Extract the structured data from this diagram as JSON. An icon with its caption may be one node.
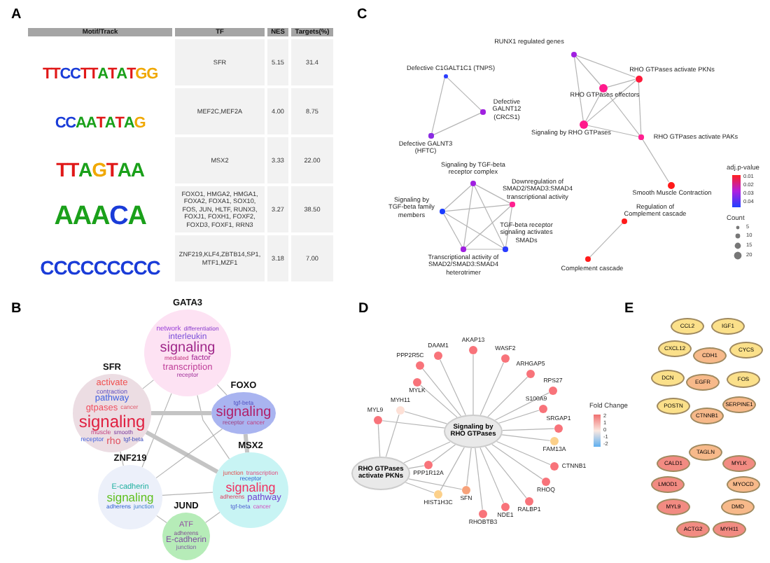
{
  "diagram": {
    "nodes": [
      {
        "text": [],
        "shape": "circle",
        "beside": [
          "RUNX1 regulated genes"
        ]
      },
      {
        "text": [],
        "shape": "circle",
        "beside": [
          "RHO GTPases activate PKNs"
        ]
      },
      {
        "text": [],
        "shape": "circle",
        "beside": [
          "Defective C1GALT1C1 (TNPS)"
        ]
      },
      {
        "text": [],
        "shape": "circle",
        "beside": [
          "RHO GTPases effectors"
        ]
      },
      {
        "text": [],
        "shape": "circle",
        "beside": [
          "Defective GALNT12 (CRCS1)"
        ]
      },
      {
        "text": [],
        "shape": "circle",
        "beside": [
          "Signaling by RHO GTPases"
        ]
      },
      {
        "text": [],
        "shape": "circle",
        "beside": [
          "RHO GTPases activate PAKs"
        ]
      },
      {
        "text": [],
        "shape": "circle",
        "beside": [
          "Defective GALNT3 (HFTC)"
        ]
      },
      {
        "text": [],
        "shape": "circle",
        "beside": [
          "Signaling by TGF-beta receptor complex"
        ]
      },
      {
        "text": [],
        "shape": "circle",
        "beside": [
          "Smooth Muscle Contraction"
        ]
      },
      {
        "text": [],
        "shape": "circle",
        "beside": [
          "Downregulation of SMAD2/SMAD3:SMAD4 transcriptional activity"
        ]
      },
      {
        "text": [],
        "shape": "circle",
        "beside": [
          "Signaling by TGF-beta family members"
        ]
      },
      {
        "text": [],
        "shape": "circle",
        "beside": [
          "Regulation of Complement cascade"
        ]
      },
      {
        "text": [],
        "shape": "circle",
        "beside": [
          "TGF-beta receptor signaling activates SMADs"
        ]
      },
      {
        "text": [],
        "shape": "circle",
        "beside": [
          "Transcriptional activity of SMAD2/SMAD3:SMAD4 heterotrimer"
        ]
      },
      {
        "text": [],
        "shape": "circle",
        "beside": [
          "Complement cascade"
        ]
      },
      {
        "text": [
          "GATA3",
          "network",
          "differentiation",
          "interleukin",
          "signaling",
          "mediated",
          "factor",
          "transcription",
          "receptor"
        ]
      },
      {
        "text": [
          "SFR",
          "activate",
          "contraction",
          "pathway",
          "gtpases",
          "cancer",
          "signaling",
          "muscle",
          "smooth",
          "receptor",
          "rho",
          "tgf-beta"
        ]
      },
      {
        "text": [
          "FOXO",
          "tgf-beta",
          "signaling",
          "receptor",
          "cancer"
        ]
      },
      {
        "text": [
          "MSX2",
          "junction",
          "transcription",
          "receptor",
          "signaling",
          "adherens",
          "pathway",
          "tgf-beta",
          "cancer"
        ]
      },
      {
        "text": [
          "ZNF219",
          "E-cadherin",
          "signaling",
          "adherens",
          "junction"
        ]
      },
      {
        "text": [
          "JUND",
          "ATF",
          "adherens",
          "E-cadherin",
          "junction"
        ]
      },
      {
        "text": [],
        "shape": "circle",
        "beside": [
          "AKAP13"
        ]
      },
      {
        "text": [],
        "shape": "circle",
        "beside": [
          "DAAM1"
        ]
      },
      {
        "text": [],
        "shape": "circle",
        "beside": [
          "WASF2"
        ]
      },
      {
        "text": [],
        "shape": "circle",
        "beside": [
          "PPP2R5C"
        ]
      },
      {
        "text": [],
        "shape": "circle",
        "beside": [
          "ARHGAP5"
        ]
      },
      {
        "text": [],
        "shape": "circle",
        "beside": [
          "MYLK"
        ]
      },
      {
        "text": [],
        "shape": "circle",
        "beside": [
          "RPS27"
        ]
      },
      {
        "text": [],
        "shape": "circle",
        "beside": [
          "MYH11"
        ]
      },
      {
        "text": [],
        "shape": "circle",
        "beside": [
          "S100A9"
        ]
      },
      {
        "text": [],
        "shape": "circle",
        "beside": [
          "MYL9"
        ]
      },
      {
        "text": [],
        "shape": "circle",
        "beside": [
          "SRGAP1"
        ]
      },
      {
        "text": [
          "Signaling by RHO GTPases"
        ]
      },
      {
        "text": [],
        "shape": "circle",
        "beside": [
          "FAM13A"
        ]
      },
      {
        "text": [
          "RHO GTPases activate PKNs"
        ]
      },
      {
        "text": [],
        "shape": "circle",
        "beside": [
          "PPP1R12A"
        ]
      },
      {
        "text": [],
        "shape": "circle",
        "beside": [
          "CTNNB1"
        ]
      },
      {
        "text": [],
        "shape": "circle",
        "beside": [
          "RHOQ"
        ]
      },
      {
        "text": [],
        "shape": "circle",
        "beside": [
          "SFN"
        ]
      },
      {
        "text": [],
        "shape": "circle",
        "beside": [
          "HIST1H3C"
        ]
      },
      {
        "text": [],
        "shape": "circle",
        "beside": [
          "RALBP1"
        ]
      },
      {
        "text": [],
        "shape": "circle",
        "beside": [
          "NDE1"
        ]
      },
      {
        "text": [],
        "shape": "circle",
        "beside": [
          "RHOBTB3"
        ]
      },
      {
        "text": [
          "CCL2"
        ]
      },
      {
        "text": [
          "IGF1"
        ]
      },
      {
        "text": [
          "CXCL12"
        ]
      },
      {
        "text": [
          "CDH1"
        ]
      },
      {
        "text": [
          "CYCS"
        ]
      },
      {
        "text": [
          "DCN"
        ]
      },
      {
        "text": [
          "EGFR"
        ]
      },
      {
        "text": [
          "FOS"
        ]
      },
      {
        "text": [
          "POSTN"
        ]
      },
      {
        "text": [
          "CTNNB1"
        ]
      },
      {
        "text": [
          "SERPINE1"
        ]
      },
      {
        "text": [
          "TAGLN"
        ]
      },
      {
        "text": [
          "CALD1"
        ]
      },
      {
        "text": [
          "MYLK"
        ]
      },
      {
        "text": [
          "LMOD1"
        ]
      },
      {
        "text": [
          "MYOCD"
        ]
      },
      {
        "text": [
          "MYL9"
        ]
      },
      {
        "text": [
          "DMD"
        ]
      },
      {
        "text": [
          "ACTG2"
        ]
      },
      {
        "text": [
          "MYH11"
        ]
      }
    ],
    "edges": [
      {
        "from": 2,
        "to": 4,
        "arrow": "none"
      },
      {
        "from": 2,
        "to": 7,
        "arrow": "none"
      },
      {
        "from": 4,
        "to": 7,
        "arrow": "none"
      },
      {
        "from": 0,
        "to": 1,
        "arrow": "none"
      },
      {
        "from": 0,
        "to": 3,
        "arrow": "none"
      },
      {
        "from": 0,
        "to": 5,
        "arrow": "none"
      },
      {
        "from": 1,
        "to": 3,
        "arrow": "none"
      },
      {
        "from": 1,
        "to": 5,
        "arrow": "none"
      },
      {
        "from": 1,
        "to": 6,
        "arrow": "none"
      },
      {
        "from": 3,
        "to": 5,
        "arrow": "none"
      },
      {
        "from": 3,
        "to": 6,
        "arrow": "none"
      },
      {
        "from": 5,
        "to": 6,
        "arrow": "none"
      },
      {
        "from": 6,
        "to": 9,
        "arrow": "none"
      },
      {
        "from": 8,
        "to": 10,
        "arrow": "none"
      },
      {
        "from": 8,
        "to": 11,
        "arrow": "none"
      },
      {
        "from": 8,
        "to": 13,
        "arrow": "none"
      },
      {
        "from": 8,
        "to": 14,
        "arrow": "none"
      },
      {
        "from": 10,
        "to": 11,
        "arrow": "none"
      },
      {
        "from": 10,
        "to": 13,
        "arrow": "none"
      },
      {
        "from": 10,
        "to": 14,
        "arrow": "none"
      },
      {
        "from": 11,
        "to": 13,
        "arrow": "none"
      },
      {
        "from": 11,
        "to": 14,
        "arrow": "none"
      },
      {
        "from": 13,
        "to": 14,
        "arrow": "none"
      },
      {
        "from": 12,
        "to": 15,
        "arrow": "none"
      },
      {
        "from": 16,
        "to": 17,
        "arrow": "none"
      },
      {
        "from": 16,
        "to": 18,
        "arrow": "none"
      },
      {
        "from": 16,
        "to": 19,
        "arrow": "none"
      },
      {
        "from": 16,
        "to": 20,
        "arrow": "none"
      },
      {
        "from": 17,
        "to": 18,
        "arrow": "none",
        "style": "thick"
      },
      {
        "from": 17,
        "to": 19,
        "arrow": "none",
        "style": "thick"
      },
      {
        "from": 17,
        "to": 20,
        "arrow": "none"
      },
      {
        "from": 18,
        "to": 19,
        "arrow": "none",
        "style": "thick"
      },
      {
        "from": 18,
        "to": 20,
        "arrow": "none"
      },
      {
        "from": 19,
        "to": 20,
        "arrow": "none"
      },
      {
        "from": 19,
        "to": 21,
        "arrow": "none"
      },
      {
        "from": 20,
        "to": 21,
        "arrow": "none"
      },
      {
        "from": 33,
        "to": 22,
        "arrow": "none"
      },
      {
        "from": 33,
        "to": 23,
        "arrow": "none"
      },
      {
        "from": 33,
        "to": 24,
        "arrow": "none"
      },
      {
        "from": 33,
        "to": 25,
        "arrow": "none"
      },
      {
        "from": 33,
        "to": 26,
        "arrow": "none"
      },
      {
        "from": 33,
        "to": 27,
        "arrow": "none"
      },
      {
        "from": 33,
        "to": 28,
        "arrow": "none"
      },
      {
        "from": 33,
        "to": 29,
        "arrow": "none"
      },
      {
        "from": 33,
        "to": 30,
        "arrow": "none"
      },
      {
        "from": 33,
        "to": 31,
        "arrow": "none"
      },
      {
        "from": 33,
        "to": 32,
        "arrow": "none"
      },
      {
        "from": 33,
        "to": 34,
        "arrow": "none"
      },
      {
        "from": 33,
        "to": 36,
        "arrow": "none"
      },
      {
        "from": 33,
        "to": 37,
        "arrow": "none"
      },
      {
        "from": 33,
        "to": 38,
        "arrow": "none"
      },
      {
        "from": 33,
        "to": 39,
        "arrow": "none"
      },
      {
        "from": 33,
        "to": 40,
        "arrow": "none"
      },
      {
        "from": 33,
        "to": 41,
        "arrow": "none"
      },
      {
        "from": 33,
        "to": 42,
        "arrow": "none"
      },
      {
        "from": 33,
        "to": 43,
        "arrow": "none"
      },
      {
        "from": 35,
        "to": 33,
        "arrow": "none"
      },
      {
        "from": 35,
        "to": 31,
        "arrow": "none"
      },
      {
        "from": 35,
        "to": 29,
        "arrow": "none"
      },
      {
        "from": 35,
        "to": 36,
        "arrow": "none"
      },
      {
        "from": 35,
        "to": 39,
        "arrow": "none"
      },
      {
        "from": 35,
        "to": 40,
        "arrow": "none"
      }
    ],
    "labels": [
      "A",
      "Motif/Track",
      "TF",
      "NES",
      "Targets(%)",
      "TTCCTTATATGG",
      "SFR",
      "5.15",
      "31.4",
      "CCAATATAG",
      "MEF2C,MEF2A",
      "4.00",
      "8.75",
      "TTAGTAA",
      "MSX2",
      "3.33",
      "22.00",
      "AAACA",
      "FOXO1, HMGA2, HMGA1, FOXA2, FOXA1, SOX10, FOS, JUN, HLTF, RUNX3, FOXJ1, FOXH1, FOXF2, FOXD3, FOXF1, RRN3",
      "3.27",
      "38.50",
      "CCCCCCCCC",
      "ZNF219,KLF4,ZBTB14,SP1, MTF1,MZF1",
      "3.18",
      "7.00",
      "B",
      "C",
      "adj.p-value",
      "0.01",
      "0.02",
      "0.03",
      "0.04",
      "Count",
      "5",
      "10",
      "15",
      "20",
      "D",
      "Fold Change",
      "2",
      "1",
      "0",
      "-1",
      "-2",
      "E"
    ]
  }
}
